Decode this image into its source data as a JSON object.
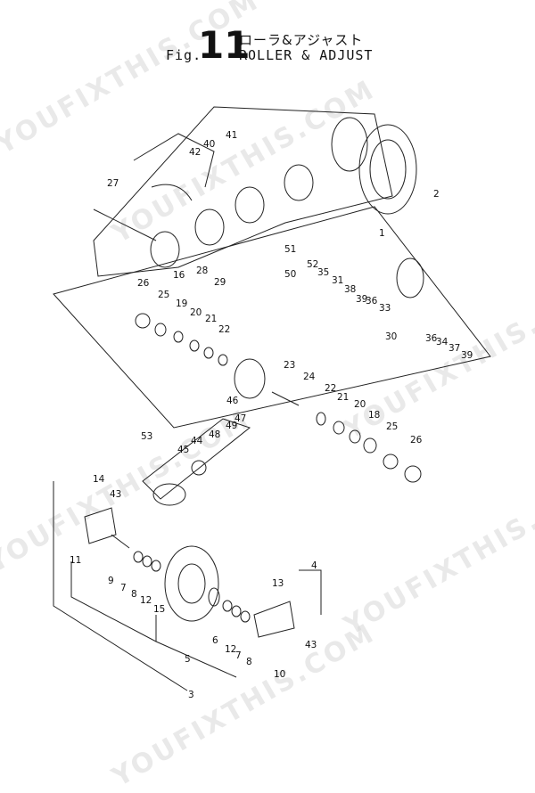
{
  "title": {
    "fig_prefix": "Fig.",
    "fig_number": "11",
    "jp": "ローラ&アジャスト",
    "en": "ROLLER & ADJUST"
  },
  "watermarks": [
    "YOUFIXTHIS.COM",
    "YOUFIXTHIS.COM",
    "YOUFIXTHIS.COM",
    "YOUFIXTHIS.COM",
    "YOUFIXTHIS.COM",
    "YOUFIXTHIS.COM"
  ],
  "callouts": [
    "42",
    "40",
    "41",
    "27",
    "2",
    "1",
    "51",
    "52",
    "50",
    "35",
    "31",
    "38",
    "39",
    "36",
    "33",
    "16",
    "28",
    "29",
    "26",
    "25",
    "19",
    "20",
    "21",
    "22",
    "30",
    "36",
    "34",
    "37",
    "39",
    "23",
    "24",
    "22",
    "21",
    "20",
    "18",
    "25",
    "26",
    "46",
    "47",
    "48",
    "49",
    "44",
    "45",
    "53",
    "14",
    "43",
    "11",
    "9",
    "7",
    "8",
    "12",
    "15",
    "13",
    "4",
    "6",
    "12",
    "7",
    "8",
    "43",
    "5",
    "10",
    "3"
  ]
}
